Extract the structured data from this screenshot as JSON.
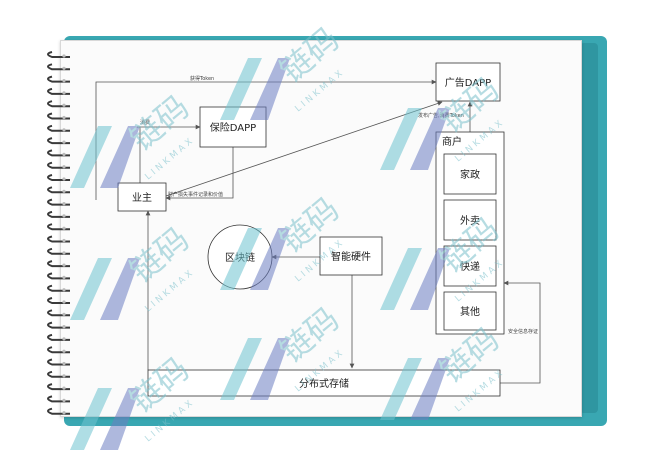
{
  "nodes": {
    "owner": "业主",
    "insurance": "保险DAPP",
    "ad": "广告DAPP",
    "blockchain": "区块链",
    "hardware": "智能硬件",
    "storage": "分布式存储",
    "merchant_title": "商户",
    "merchant_items": [
      "家政",
      "外卖",
      "快递",
      "其他"
    ]
  },
  "edges": {
    "top_token": "获得Token",
    "consume": "消费",
    "asset_record": "财产损失事件记录和价值",
    "ad_token": "发布广告,消费Token",
    "secure_record": "安全信息存证"
  },
  "watermark": {
    "text": "链码",
    "brand": "LINKMAX"
  },
  "colors": {
    "teal": "#39a7b2",
    "line": "#555555",
    "box": "#333333",
    "watermark_text": "#7cc1cc",
    "watermark_logo_a": "#6fc4d0",
    "watermark_logo_b": "#6d7fc3"
  }
}
